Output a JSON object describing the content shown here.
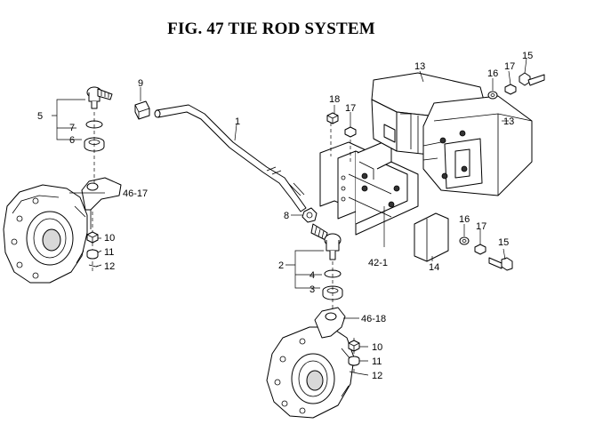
{
  "figure": {
    "title": "FIG. 47  TIE ROD SYSTEM"
  },
  "callouts": {
    "tie_rod": "1",
    "tie_rod_end_right": "2",
    "collar_right": "3",
    "o_ring_right": "4",
    "tie_rod_end_left": "5",
    "collar_left": "6",
    "o_ring_left": "7",
    "nut_rod": "8",
    "lock_nut": "9",
    "nut_left_10": "10",
    "washer_left_11": "11",
    "pin_left_12": "12",
    "weight_top": "13",
    "weight_side": "13",
    "bracket": "14",
    "bolt_top": "15",
    "bolt_bottom": "15",
    "washer_top_16": "16",
    "washer_bottom_16": "16",
    "lock_washer_top_17": "17",
    "lock_washer_bottom_17": "17",
    "lock_washer_frame_17": "17",
    "nut_frame_18": "18",
    "frame": "42-1",
    "knuckle_arm_left": "46-17",
    "knuckle_arm_right": "46-18",
    "nut_right_10": "10",
    "washer_right_11": "11",
    "pin_right_12": "12"
  }
}
